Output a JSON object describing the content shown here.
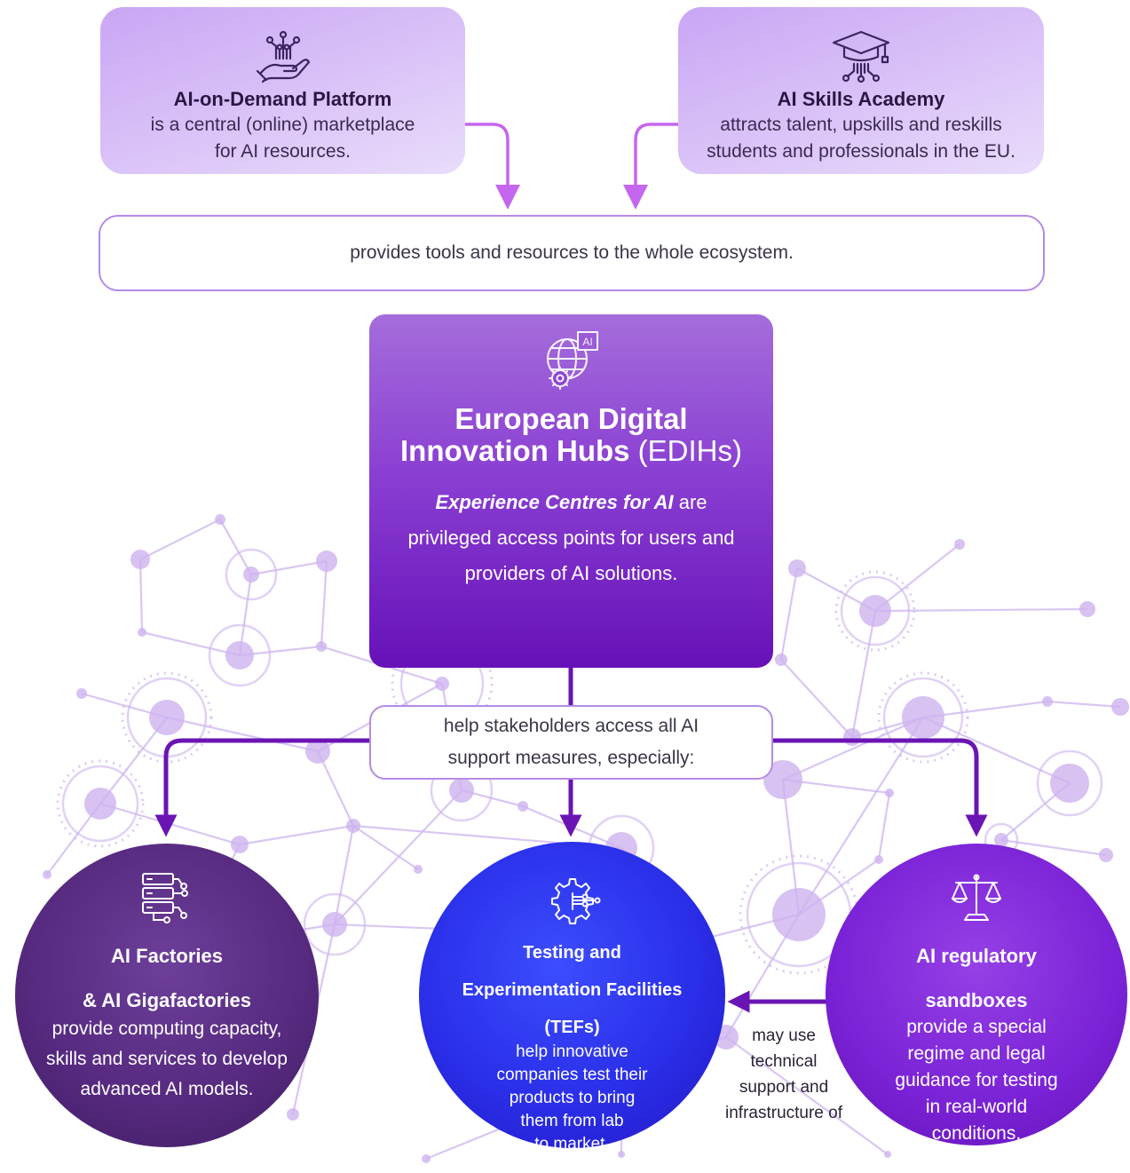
{
  "colors": {
    "accent": "#7a22d6",
    "arrow": "#6a14b4",
    "light_purple": "#d9c4f6",
    "network": "#cdb3ef",
    "tefs_blue": "#2a2fe8"
  },
  "cards": {
    "aod": {
      "icon": "hand-circuit-icon",
      "title": "AI-on-Demand Platform",
      "desc_line1": "is a central (online) marketplace",
      "desc_line2": "for AI resources."
    },
    "academy": {
      "icon": "graduation-cap-icon",
      "title": "AI Skills Academy",
      "desc_line1": "attracts talent, upskills and reskills",
      "desc_line2": "students and professionals in the EU."
    }
  },
  "tools_bar": {
    "text": "provides tools and resources to the whole ecosystem."
  },
  "edih": {
    "icon": "globe-ai-gear-icon",
    "title_line1": "European Digital",
    "title_line2_bold": "Innovation Hubs",
    "title_line2_abbr": " (EDIHs)",
    "desc_em": "Experience Centres for AI",
    "desc_rest1": " are",
    "desc_line2": "privileged access points for users and",
    "desc_line3": "providers of AI solutions."
  },
  "help": {
    "line1": "help stakeholders access all AI",
    "line2": "support measures, especially:"
  },
  "factories": {
    "icon": "server-network-icon",
    "title_line1": "AI Factories",
    "title_line2": "& AI Gigafactories",
    "desc_line1": "provide  computing capacity,",
    "desc_line2": "skills and services to develop",
    "desc_line3": "advanced AI models."
  },
  "tefs": {
    "icon": "gear-circuit-icon",
    "title_line1": "Testing and",
    "title_line2": "Experimentation Facilities",
    "title_line3": "(TEFs)",
    "desc_line1": "help innovative",
    "desc_line2": "companies test their",
    "desc_line3": "products to bring",
    "desc_line4": "them from lab",
    "desc_line5": "to market."
  },
  "sandbox": {
    "icon": "scales-icon",
    "title_line1": "AI regulatory",
    "title_line2": "sandboxes",
    "desc_line1": "provide a special",
    "desc_line2": "regime and legal",
    "desc_line3": "guidance for testing",
    "desc_line4": "in real-world",
    "desc_line5": "conditions."
  },
  "may_use": {
    "line1": "may use",
    "line2": "technical",
    "line3": "support and",
    "line4": "infrastructure of"
  }
}
